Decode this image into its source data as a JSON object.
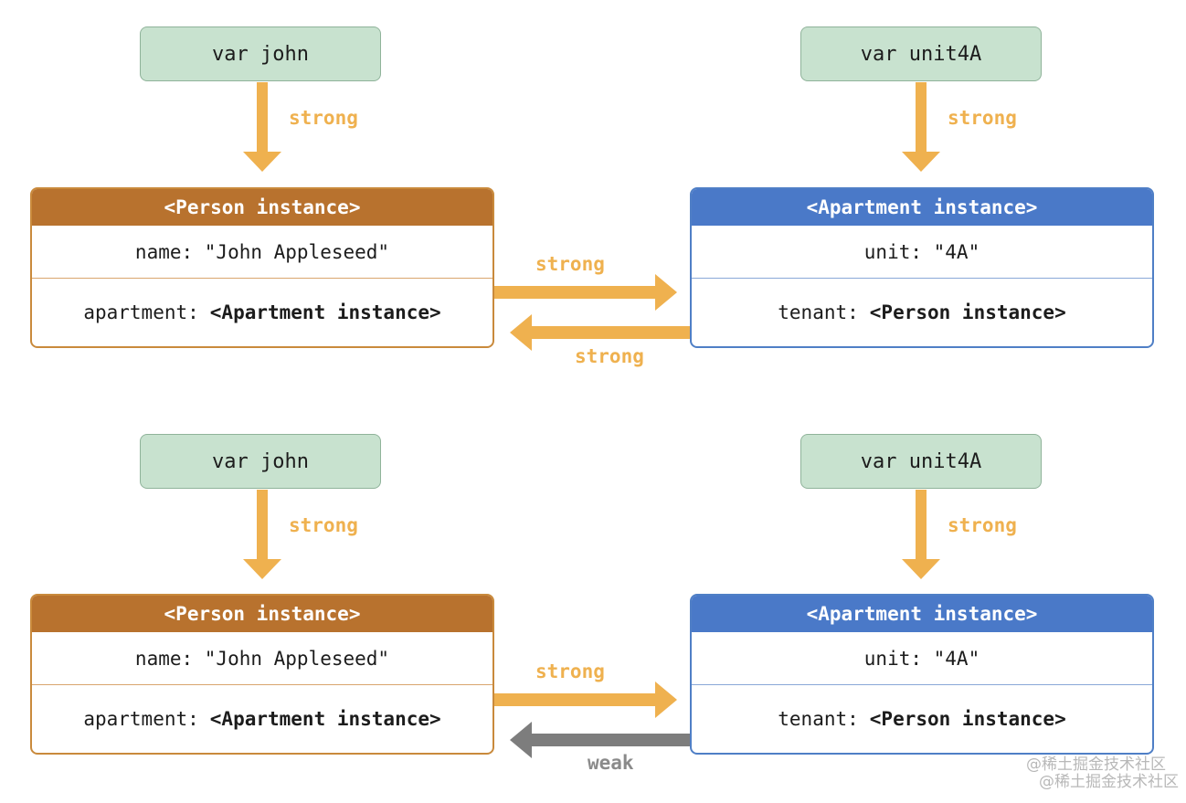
{
  "diagrams": [
    {
      "left_var": "var john",
      "right_var": "var unit4A",
      "left_var_arrow_label": "strong",
      "right_var_arrow_label": "strong",
      "person": {
        "header": "<Person instance>",
        "row1": "name: \"John Appleseed\"",
        "row2_key": "apartment:",
        "row2_value": "<Apartment instance>"
      },
      "apartment": {
        "header": "<Apartment instance>",
        "row1": "unit: \"4A\"",
        "row2_key": "tenant:",
        "row2_value": "<Person instance>"
      },
      "to_apartment_label": "strong",
      "to_person_label": "strong",
      "to_person_color": "#efb14f"
    },
    {
      "left_var": "var john",
      "right_var": "var unit4A",
      "left_var_arrow_label": "strong",
      "right_var_arrow_label": "strong",
      "person": {
        "header": "<Person instance>",
        "row1": "name: \"John Appleseed\"",
        "row2_key": "apartment:",
        "row2_value": "<Apartment instance>"
      },
      "apartment": {
        "header": "<Apartment instance>",
        "row1": "unit: \"4A\"",
        "row2_key": "tenant:",
        "row2_value": "<Person instance>"
      },
      "to_apartment_label": "strong",
      "to_person_label": "weak",
      "to_person_color": "#7d7d7d"
    }
  ],
  "colors": {
    "strong_arrow": "#efb14f",
    "weak_arrow": "#7d7d7d",
    "var_box": "#c8e2cf",
    "person_header": "#b8722e",
    "apartment_header": "#4a79c8"
  },
  "watermark": {
    "line1": "@稀土掘金技术社区",
    "line2": "@稀土掘金技术社区"
  }
}
